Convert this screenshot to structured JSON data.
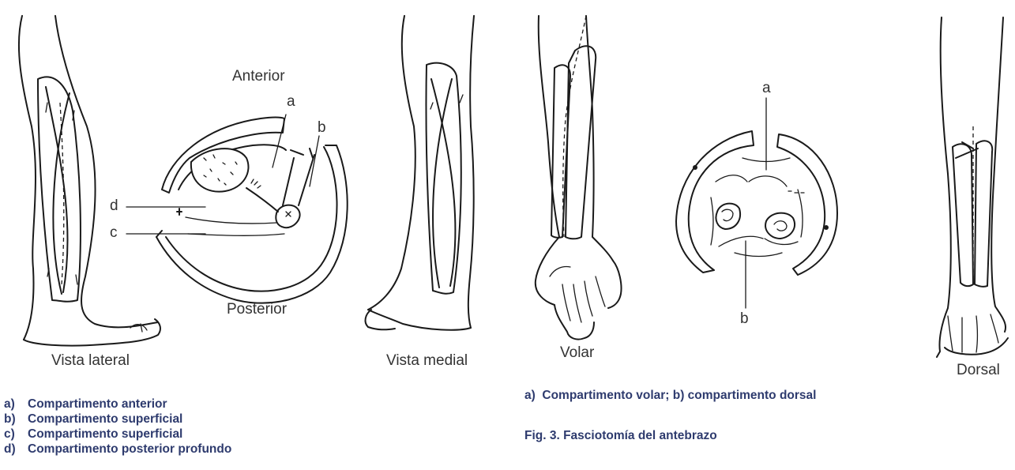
{
  "leg_figure": {
    "labels": {
      "view_lateral": "Vista lateral",
      "view_medial": "Vista medial",
      "anterior": "Anterior",
      "posterior": "Posterior",
      "a": "a",
      "b": "b",
      "c": "c",
      "d": "d"
    },
    "legend": [
      {
        "key": "a)",
        "text": "Compartimento anterior"
      },
      {
        "key": "b)",
        "text": "Compartimento superficial"
      },
      {
        "key": "c)",
        "text": "Compartimento superficial"
      },
      {
        "key": "d)",
        "text": "Compartimento posterior profundo"
      }
    ]
  },
  "forearm_figure": {
    "labels": {
      "volar": "Volar",
      "dorsal": "Dorsal",
      "a": "a",
      "b": "b"
    },
    "legend": "a)  Compartimento volar; b) compartimento dorsal",
    "caption": "Fig. 3. Fasciotomía del antebrazo"
  },
  "colors": {
    "legend_text": "#2e3b6e",
    "label_text": "#333333",
    "line": "#1a1a1a"
  }
}
